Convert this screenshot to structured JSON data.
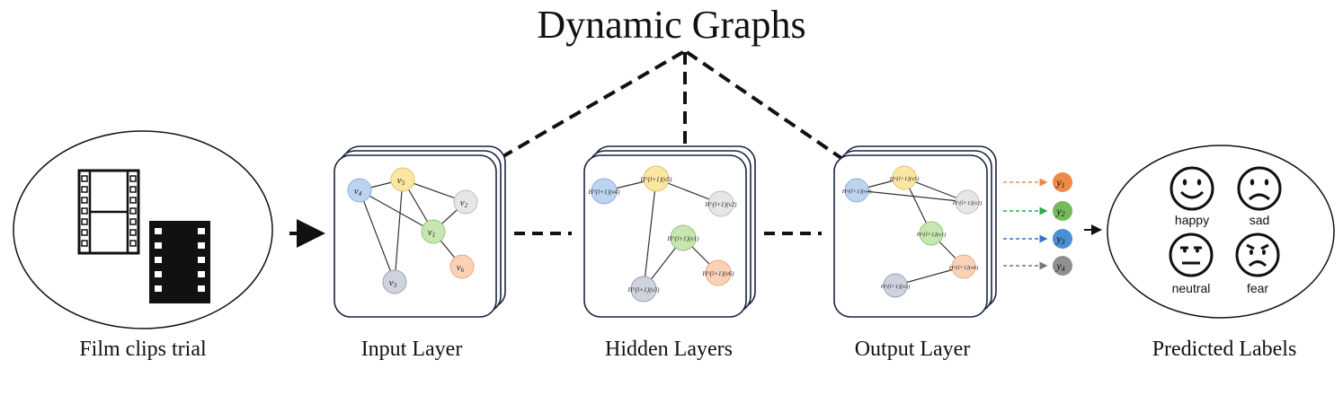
{
  "title": "Dynamic Graphs",
  "stages": [
    {
      "label": "Film clips trial"
    },
    {
      "label": "Input Layer"
    },
    {
      "label": "Hidden Layers"
    },
    {
      "label": "Output Layer"
    },
    {
      "label": "Predicted Labels"
    }
  ],
  "input_graph": {
    "nodes": [
      {
        "id": "v4",
        "sub": "4",
        "color": "#bcd4f0"
      },
      {
        "id": "v5",
        "sub": "5",
        "color": "#fbe6a2"
      },
      {
        "id": "v2",
        "sub": "2",
        "color": "#e4e4e4"
      },
      {
        "id": "v1",
        "sub": "1",
        "color": "#c8e6b0"
      },
      {
        "id": "v6",
        "sub": "6",
        "color": "#fbd2b8"
      },
      {
        "id": "v3",
        "sub": "3",
        "color": "#cfd3de"
      }
    ]
  },
  "hidden_graph": {
    "node_labels": [
      "H^{l+1}(v4)",
      "H^{l+1}(v5)",
      "H^{l+1}(v2)",
      "H^{l+1}(v1)",
      "H^{l+1}(v6)",
      "H^{l+1}(v3)"
    ]
  },
  "outputs": [
    {
      "label": "y",
      "sub": "1",
      "color": "#ee8a48"
    },
    {
      "label": "y",
      "sub": "2",
      "color": "#74b95a"
    },
    {
      "label": "y",
      "sub": "3",
      "color": "#4a8fd4"
    },
    {
      "label": "y",
      "sub": "4",
      "color": "#8f8f8f"
    }
  ],
  "emotions": [
    {
      "name": "happy-face-icon",
      "label": "happy"
    },
    {
      "name": "sad-face-icon",
      "label": "sad"
    },
    {
      "name": "neutral-face-icon",
      "label": "neutral"
    },
    {
      "name": "fear-face-icon",
      "label": "fear"
    }
  ],
  "icons": [
    "film-strip-icon"
  ]
}
